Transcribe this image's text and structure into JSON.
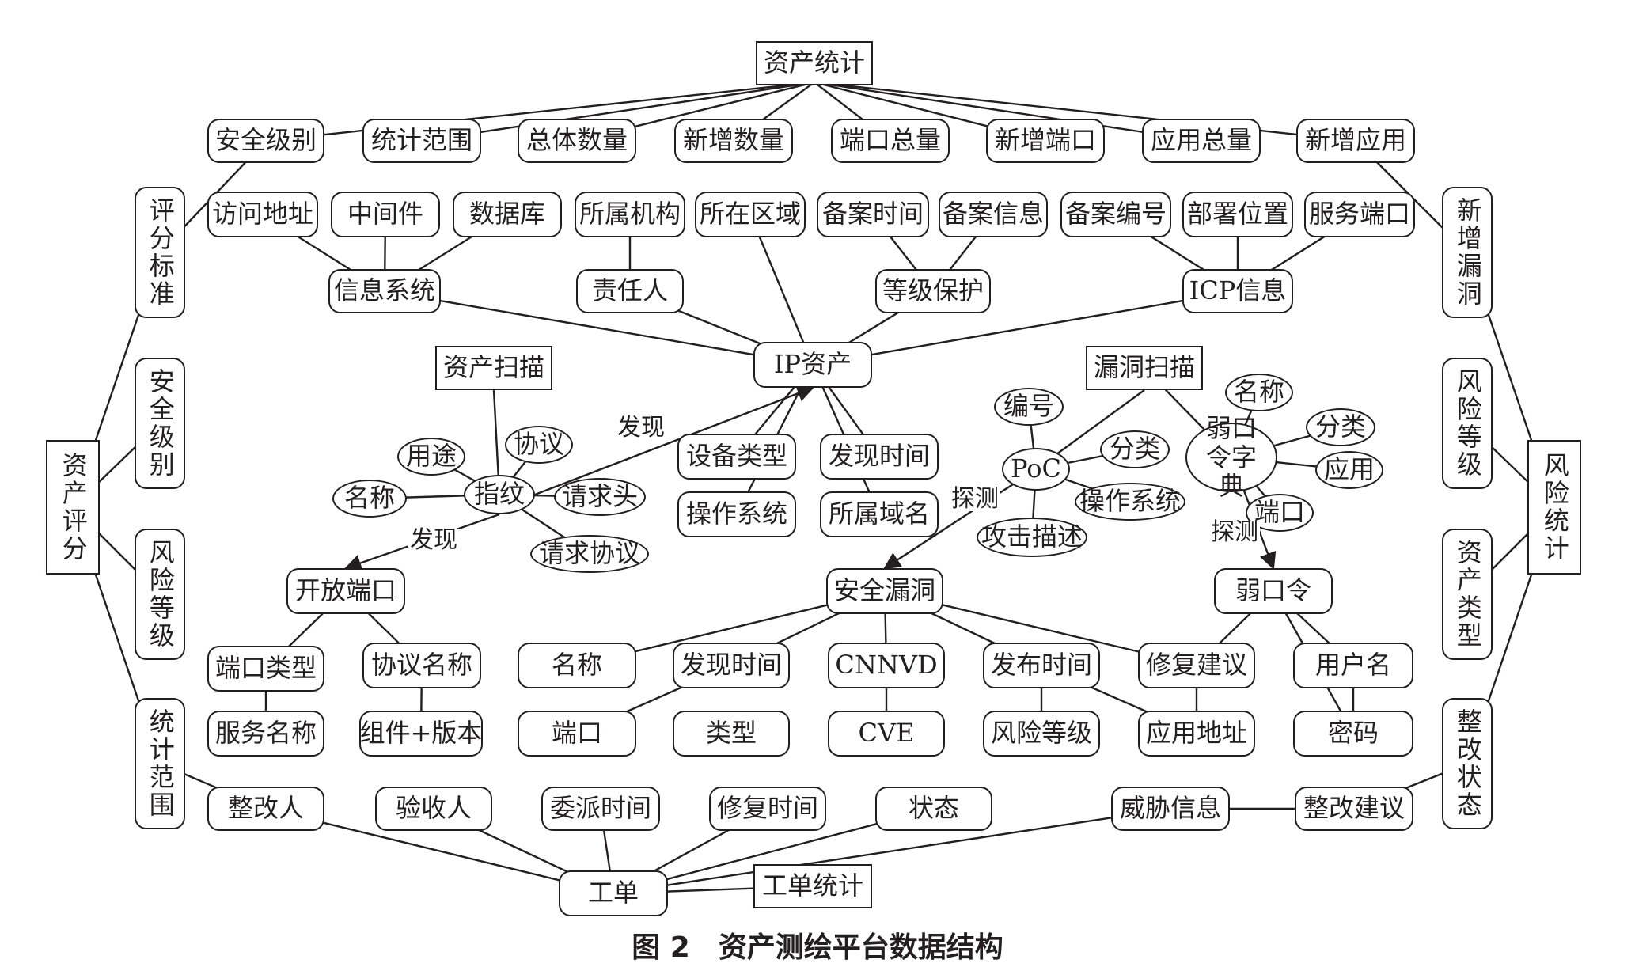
{
  "caption": "图 2　资产测绘平台数据结构",
  "nodes": {
    "asset_stats": "资产统计",
    "security_level_top": "安全级别",
    "stat_scope_top": "统计范围",
    "total_count": "总体数量",
    "new_count": "新增数量",
    "port_total": "端口总量",
    "new_ports": "新增端口",
    "app_total": "应用总量",
    "new_apps": "新增应用",
    "access_address": "访问地址",
    "middleware": "中间件",
    "database": "数据库",
    "org": "所属机构",
    "region": "所在区域",
    "filing_time": "备案时间",
    "filing_info": "备案信息",
    "filing_number": "备案编号",
    "deploy_location": "部署位置",
    "service_port": "服务端口",
    "info_system": "信息系统",
    "owner": "责任人",
    "grade_protect": "等级保护",
    "icp_info": "ICP信息",
    "ip_asset": "IP资产",
    "asset_scan": "资产扫描",
    "vuln_scan": "漏洞扫描",
    "fp_usage": "用途",
    "fp_protocol": "协议",
    "fp_name": "名称",
    "fingerprint": "指纹",
    "fp_req_header": "请求头",
    "fp_req_protocol": "请求协议",
    "device_type": "设备类型",
    "discover_time_ip": "发现时间",
    "os_ip": "操作系统",
    "domain": "所属域名",
    "poc_number": "编号",
    "poc": "PoC",
    "poc_category": "分类",
    "poc_os": "操作系统",
    "attack_desc": "攻击描述",
    "wd_name": "名称",
    "weak_dict": "弱口令字典",
    "wd_category": "分类",
    "wd_app": "应用",
    "wd_port": "端口",
    "open_port": "开放端口",
    "port_type": "端口类型",
    "proto_name": "协议名称",
    "service_name": "服务名称",
    "component_version": "组件+版本",
    "security_vuln": "安全漏洞",
    "sv_name": "名称",
    "sv_discover_time": "发现时间",
    "cnnvd": "CNNVD",
    "publish_time": "发布时间",
    "fix_advice": "修复建议",
    "sv_port": "端口",
    "sv_type": "类型",
    "cve": "CVE",
    "risk_level_mid": "风险等级",
    "app_address": "应用地址",
    "weak_password": "弱口令",
    "username": "用户名",
    "password": "密码",
    "rectifier": "整改人",
    "acceptor": "验收人",
    "assign_time": "委派时间",
    "fix_time": "修复时间",
    "status": "状态",
    "threat_info": "威胁信息",
    "rectify_advice": "整改建议",
    "work_order": "工单",
    "work_order_stats": "工单统计",
    "asset_score": "资产评分",
    "score_standard": "评分标准",
    "security_level_left": "安全级别",
    "risk_level_left": "风险等级",
    "stat_scope_left": "统计范围",
    "risk_stats": "风险统计",
    "new_vulns": "新增漏洞",
    "risk_level_right": "风险等级",
    "asset_type": "资产类型",
    "rectify_status": "整改状态"
  },
  "edge_labels": {
    "discover_a": "发现",
    "discover_b": "发现",
    "probe_a": "探测",
    "probe_b": "探测"
  }
}
